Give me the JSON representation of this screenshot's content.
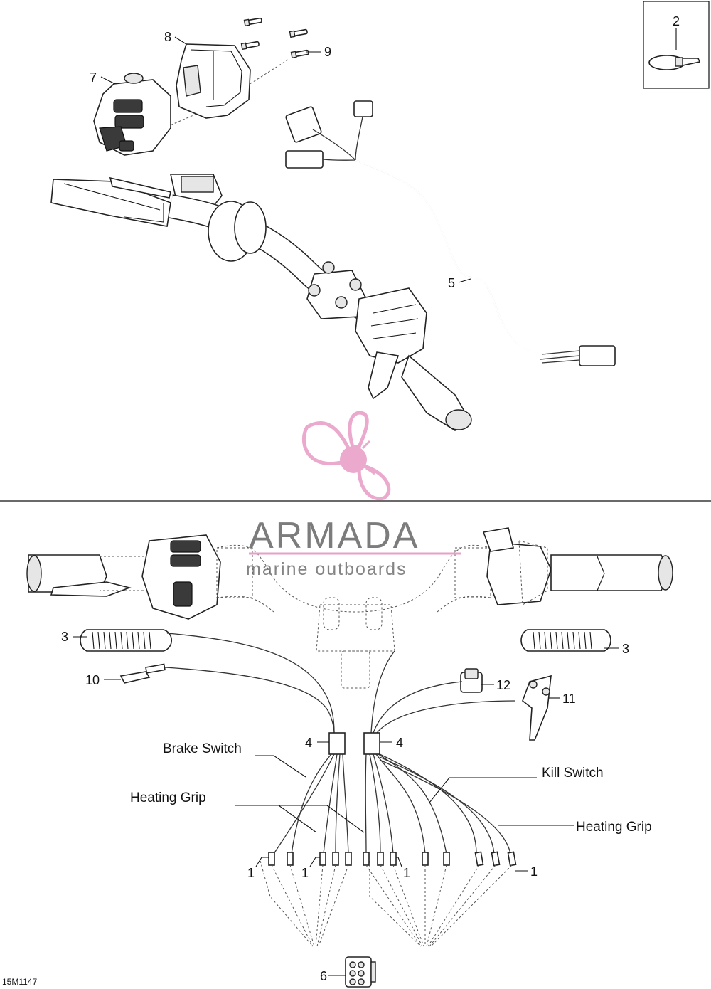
{
  "callouts": {
    "c2": "2",
    "c8": "8",
    "c9": "9",
    "c7": "7",
    "c5": "5",
    "c3_left": "3",
    "c3_right": "3",
    "c10": "10",
    "c12": "12",
    "c11": "11",
    "c4_left": "4",
    "c4_right": "4",
    "c1_a": "1",
    "c1_b": "1",
    "c1_c": "1",
    "c1_d": "1",
    "c6": "6"
  },
  "labels": {
    "brake_switch": "Brake Switch",
    "heating_grip_left": "Heating Grip",
    "kill_switch": "Kill Switch",
    "heating_grip_right": "Heating Grip"
  },
  "diagram_code": "15M1147",
  "watermark": {
    "brand": "ARMADA",
    "tagline": "marine outboards"
  },
  "colors": {
    "line": "#111111",
    "watermark_pink": "#e8a0c8",
    "watermark_text": "#666666"
  }
}
